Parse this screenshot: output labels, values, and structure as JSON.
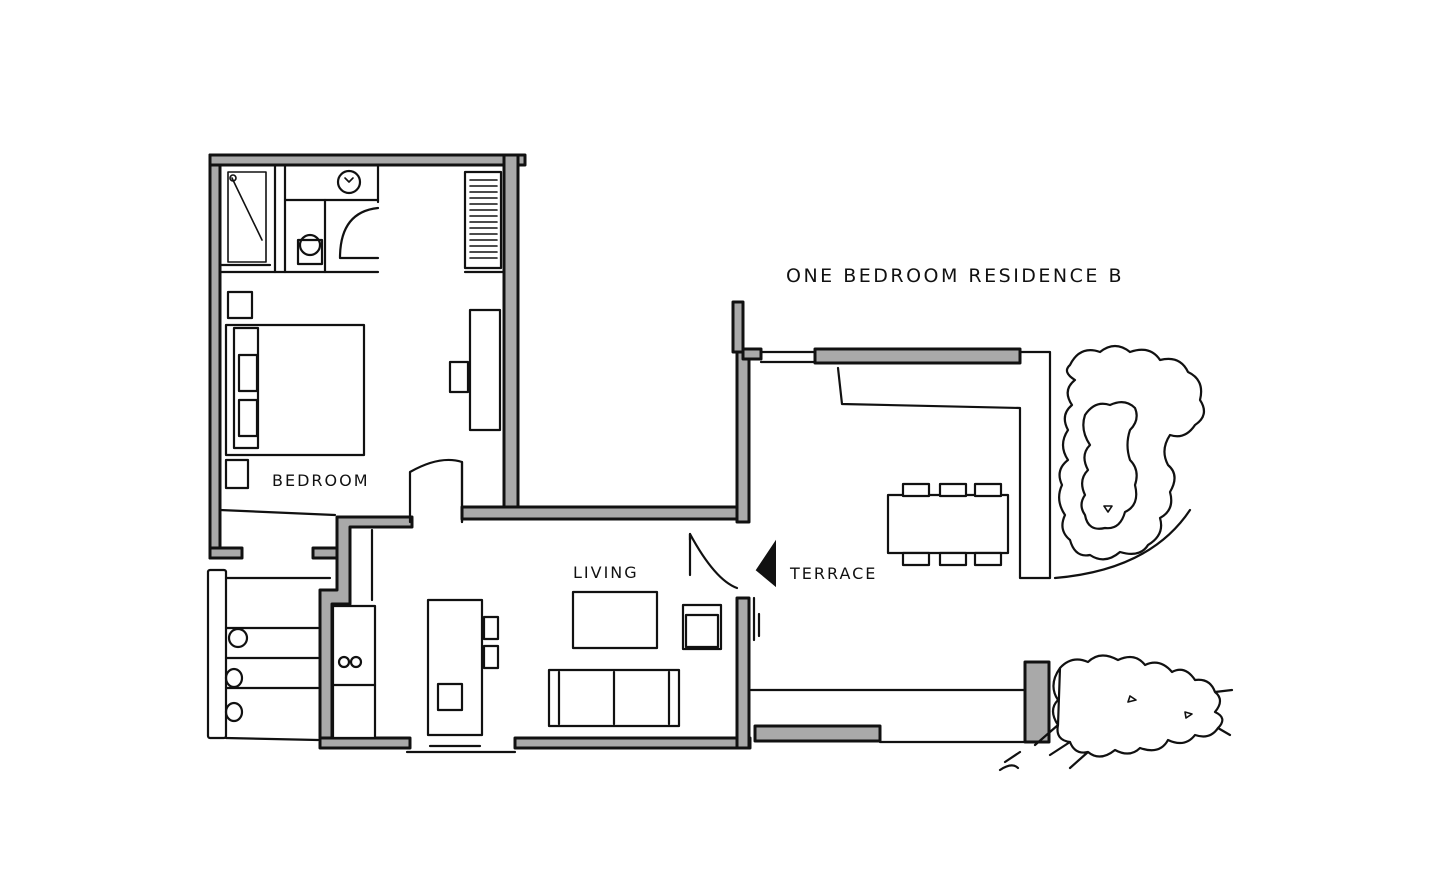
{
  "drawing": {
    "title": "ONE BEDROOM RESIDENCE  B",
    "rooms": {
      "bedroom": "BEDROOM",
      "living": "LIVING",
      "terrace": "TERRACE"
    }
  },
  "colors": {
    "wall_fill": "#a9a9a9",
    "ink": "#111111",
    "paper": "#ffffff"
  },
  "icons": {
    "entry": "entry-arrow-icon",
    "tree": "tree-icon"
  }
}
